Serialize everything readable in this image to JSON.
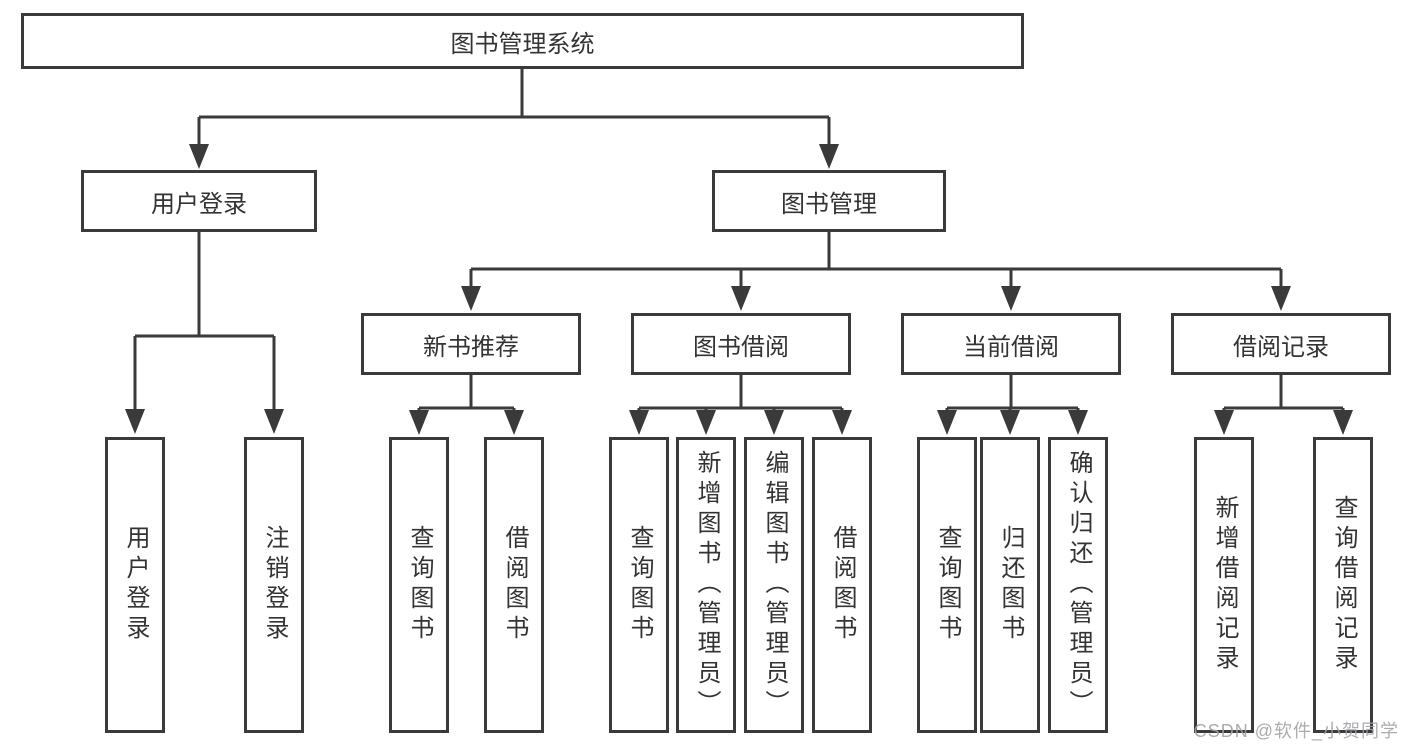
{
  "diagram": {
    "root": {
      "label": "图书管理系统"
    },
    "level2": [
      {
        "id": "user-login",
        "label": "用户登录"
      },
      {
        "id": "book-management",
        "label": "图书管理"
      }
    ],
    "level3": [
      {
        "id": "new-book-recommend",
        "label": "新书推荐"
      },
      {
        "id": "book-borrowing",
        "label": "图书借阅"
      },
      {
        "id": "current-borrowing",
        "label": "当前借阅"
      },
      {
        "id": "borrowing-records",
        "label": "借阅记录"
      }
    ],
    "leaves": [
      {
        "id": "user-login-leaf",
        "label": "用户登录"
      },
      {
        "id": "logout",
        "label": "注销登录"
      },
      {
        "id": "query-books-under-recommend",
        "label": "查询图书"
      },
      {
        "id": "borrow-books-under-recommend",
        "label": "借阅图书"
      },
      {
        "id": "query-books-under-borrowing",
        "label": "查询图书"
      },
      {
        "id": "add-books-admin",
        "label": "新增图书（管理员）"
      },
      {
        "id": "edit-books-admin",
        "label": "编辑图书（管理员）"
      },
      {
        "id": "borrow-books-under-borrowing",
        "label": "借阅图书"
      },
      {
        "id": "query-books-under-current",
        "label": "查询图书"
      },
      {
        "id": "return-books",
        "label": "归还图书"
      },
      {
        "id": "confirm-return-admin",
        "label": "确认归还（管理员）"
      },
      {
        "id": "add-borrow-record",
        "label": "新增借阅记录"
      },
      {
        "id": "query-borrow-record",
        "label": "查询借阅记录"
      }
    ]
  },
  "watermark": {
    "text": "CSDN @软件_小贺同学"
  },
  "colors": {
    "line": "#3a3a3a",
    "text": "#333333",
    "box_background": "#ffffff",
    "watermark": "#a3a3a8"
  }
}
